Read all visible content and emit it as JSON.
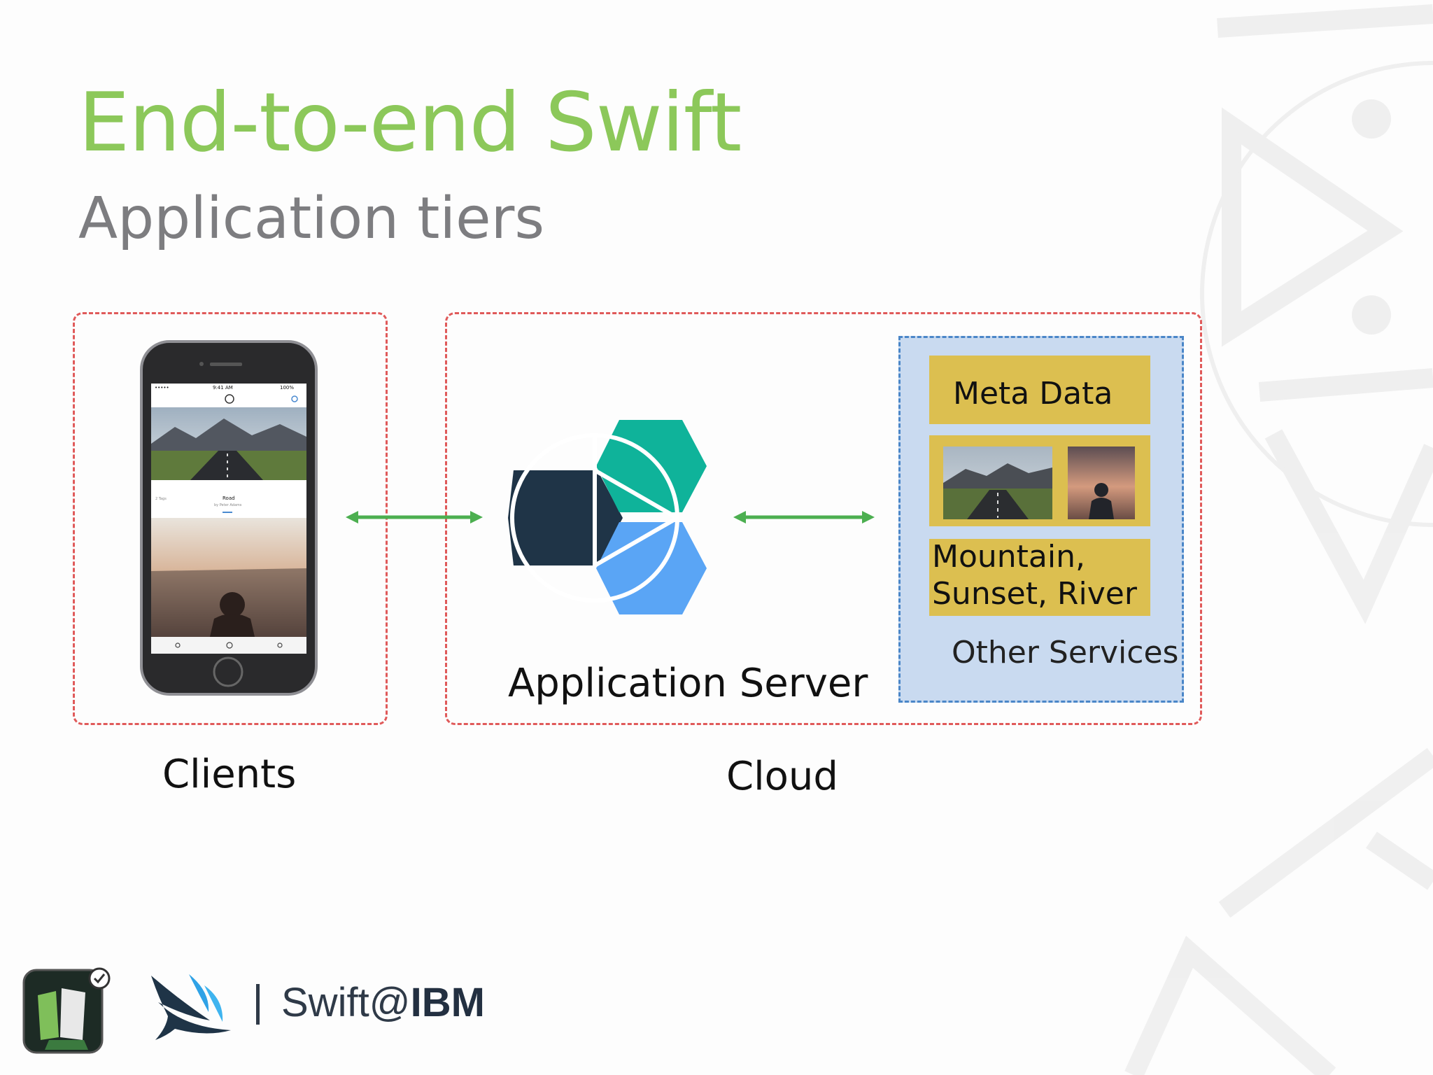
{
  "slide": {
    "title": "End-to-end Swift",
    "subtitle": "Application tiers"
  },
  "diagram": {
    "clients_label": "Clients",
    "cloud_label": "Cloud",
    "app_server_label": "Application Server",
    "other_services_label": "Other Services",
    "meta_data_label": "Meta Data",
    "tags_label": "Mountain,\nSunset, River",
    "phone": {
      "status_time": "9:41 AM",
      "status_battery": "100%",
      "post_title": "Road",
      "post_byline": "by Peter Adams",
      "post_tags": "2 Tags"
    }
  },
  "footer": {
    "brand_prefix": "Swift@",
    "brand_ibm": "IBM"
  },
  "colors": {
    "title": "#8cc85a",
    "subtitle": "#7d7d80",
    "dashed_border": "#e05a5a",
    "services_fill": "#c9daf0",
    "block_fill": "#dcbf50",
    "arrow": "#4caf50",
    "hex_dark": "#1f3447",
    "hex_teal": "#0fb39a",
    "hex_blue": "#5aa5f5"
  },
  "icons": {
    "app_server": "bluemix-hexagon-logo",
    "phone": "iphone-device",
    "footer_app": "app-icon",
    "footer_swift": "swift-bird-logo"
  }
}
